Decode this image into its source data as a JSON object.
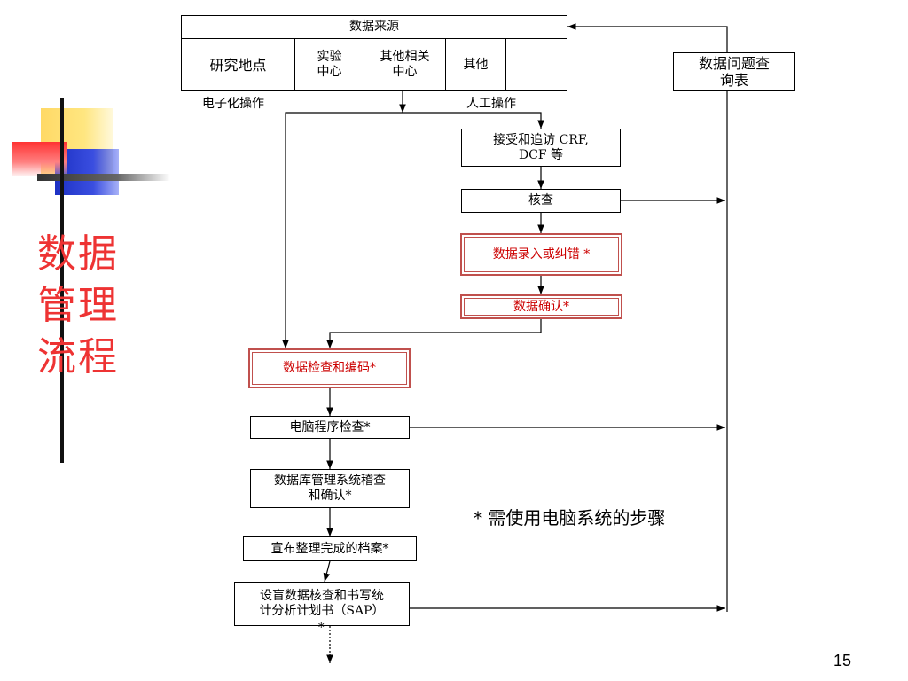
{
  "slide": {
    "title": "数据\n管理\n流程",
    "note": "* 需使用电脑系统的步骤",
    "page_number": "15"
  },
  "sources": {
    "header": "数据来源",
    "cells": [
      "研究地点",
      "实验\n中心",
      "其他相关\n中心",
      "其他",
      ""
    ]
  },
  "labels": {
    "electronic": "电子化操作",
    "manual": "人工操作",
    "asterisk": "*"
  },
  "query_table": "数据问题查\n询表",
  "steps": {
    "receive_crf": "接受和追访 CRF,\nDCF 等",
    "verify": "核查",
    "entry": "数据录入或纠错 *",
    "confirm": "数据确认*",
    "check_code": "数据检查和编码*",
    "program_check": "电脑程序检查*",
    "db_audit": "数据库管理系统稽查\n和确认*",
    "announce": "宣布整理完成的档案*",
    "sap": "设盲数据核查和书写统\n计分析计划书（SAP）"
  },
  "colors": {
    "title": "#ee3333",
    "highlight_border": "#c0504d",
    "highlight_text": "#cc0000",
    "deco_yellow": "#ffd966",
    "deco_blue": "#2b3fcf",
    "deco_red": "#ff3333"
  }
}
